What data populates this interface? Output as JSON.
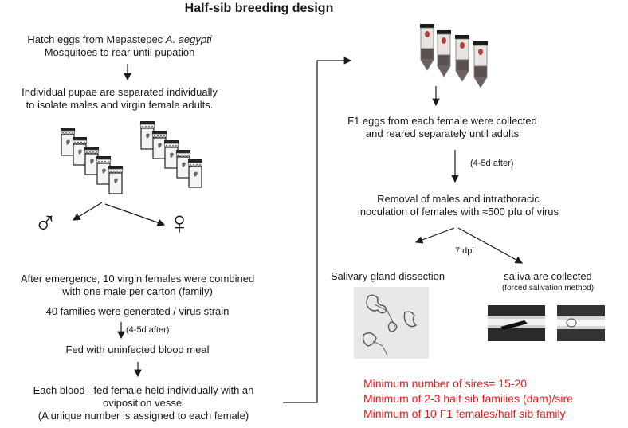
{
  "title": "Half-sib breeding design",
  "left": {
    "step1_line1_prefix": "Hatch eggs from Mepastepec ",
    "step1_line1_italic": "A. aegypti",
    "step1_line2": "Mosquitoes to rear until pupation",
    "step2_line1": "Individual pupae are separated  individually",
    "step2_line2": "to isolate males and virgin female adults.",
    "male_symbol": "♂",
    "female_symbol": "♀",
    "step3_line1": "After emergence, 10 virgin females were combined",
    "step3_line2": "with one male per carton (family)",
    "step4": "40 families were generated / virus strain",
    "interval1": "(4-5d after)",
    "step5": "Fed with uninfected  blood meal",
    "step6_line1": "Each blood –fed female  held individually with an",
    "step6_line2": "oviposition vessel",
    "step6_line3": "(A unique number is assigned to each female)"
  },
  "right": {
    "f1_line1": "F1 eggs from each female were collected",
    "f1_line2": "and reared separately until adults",
    "interval2": "(4-5d after)",
    "removal_line1": "Removal of males and intrathoracic",
    "removal_line2": "inoculation of females with ≈500 pfu of virus",
    "dpi": "7 dpi",
    "salivary": "Salivary gland dissection",
    "saliva": "saliva are collected",
    "saliva_method": "(forced salivation method)"
  },
  "requirements": [
    "Minimum number of sires= 15-20",
    "Minimum of 2-3 half sib families (dam)/sire",
    "Minimum of 10 F1 females/half sib family"
  ],
  "colors": {
    "requirement_text": "#e02020",
    "text": "#1a1a1a"
  }
}
